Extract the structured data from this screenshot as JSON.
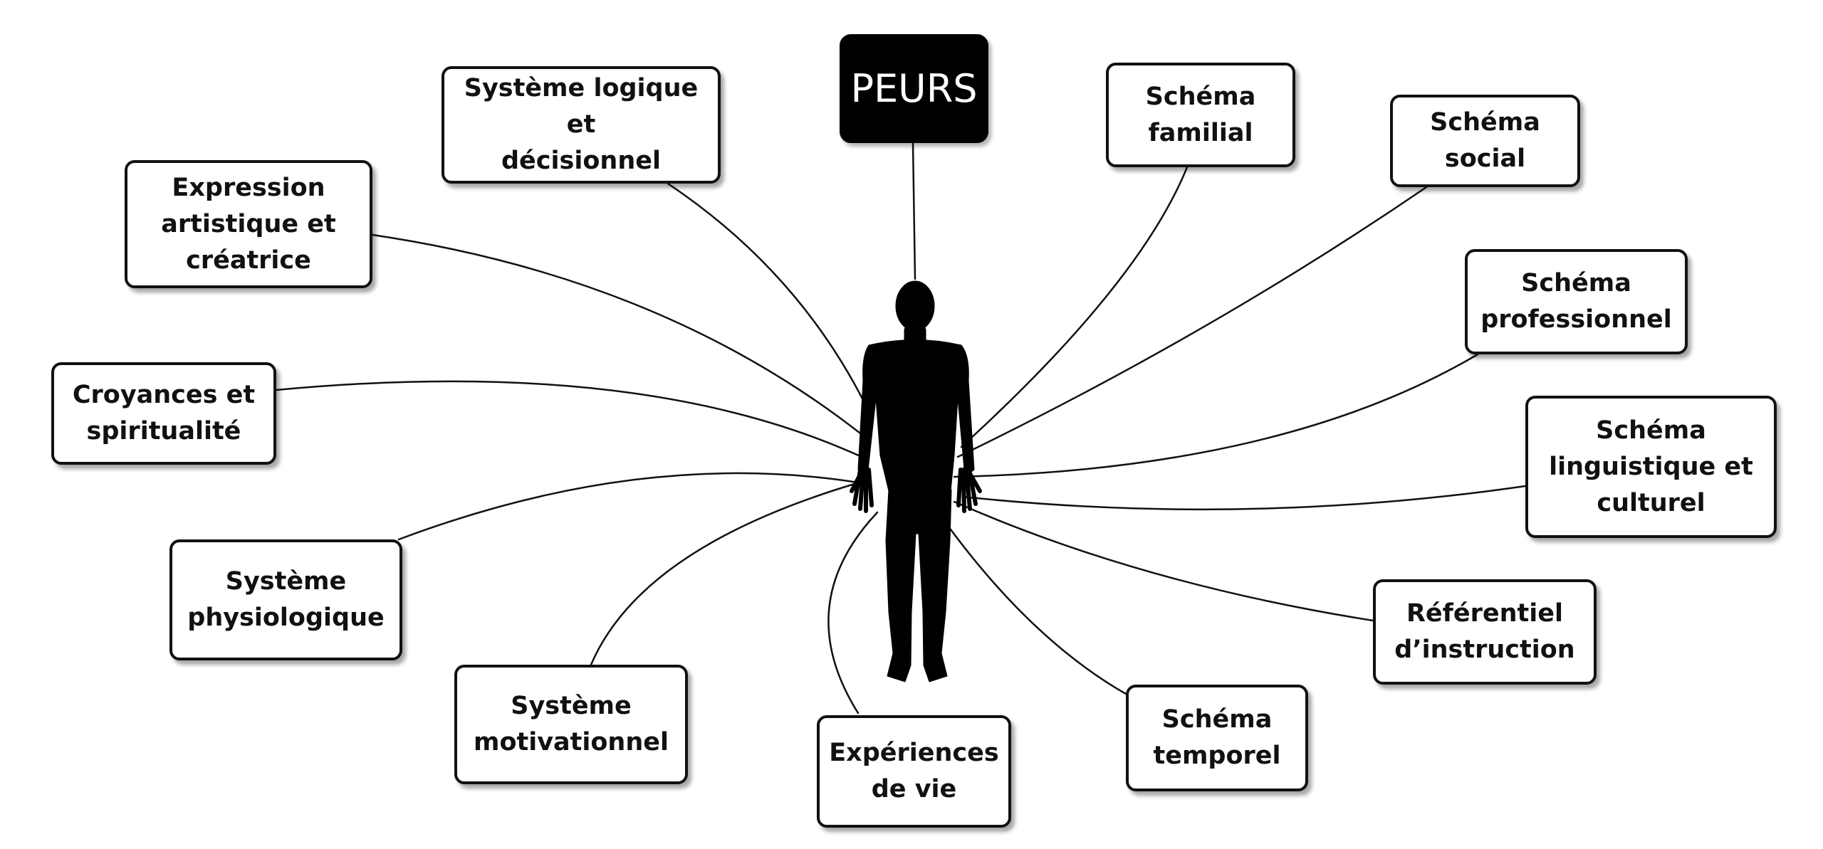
{
  "diagram": {
    "nodes": {
      "peurs": "PEURS",
      "systeme_logique": "Système logique et\ndécisionnel",
      "expression": "Expression\nartistique et\ncréatrice",
      "croyances": "Croyances et\nspiritualité",
      "physiologique": "Système\nphysiologique",
      "motivationnel": "Système\nmotivationnel",
      "experiences": "Expériences\nde vie",
      "familial": "Schéma\nfamilial",
      "social": "Schéma\nsocial",
      "professionnel": "Schéma\nprofessionnel",
      "linguistique": "Schéma\nlinguistique et\nculturel",
      "instruction": "Référentiel\nd’instruction",
      "temporel": "Schéma\ntemporel"
    },
    "center_icon": "human-silhouette-icon",
    "colors": {
      "title_background": "#000000",
      "title_text": "#ffffff",
      "border": "#111111",
      "node_background": "#ffffff",
      "connector": "#111111",
      "silhouette": "#000000"
    }
  }
}
